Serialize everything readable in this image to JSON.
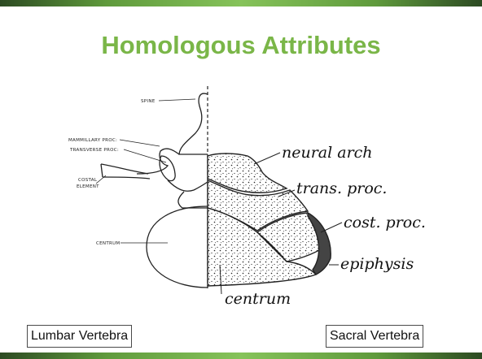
{
  "slide": {
    "title": "Homologous Attributes",
    "caption_left": "Lumbar Vertebra",
    "caption_right": "Sacral Vertebra"
  },
  "figure": {
    "lumbar_labels": {
      "spine": "SPINE",
      "mammillary": "MAMMILLARY PROC:",
      "transverse": "TRANSVERSE PROC:",
      "costal_1": "COSTAL",
      "costal_2": "ELEMENT",
      "centrum": "CENTRUM"
    },
    "sacral_labels": {
      "neural_arch": "neural arch",
      "trans_proc": "trans. proc.",
      "cost_proc": "cost. proc.",
      "epiphysis": "epiphysis",
      "centrum": "centrum"
    }
  },
  "colors": {
    "title": "#7ab648",
    "bar": "#5f9a3c"
  }
}
